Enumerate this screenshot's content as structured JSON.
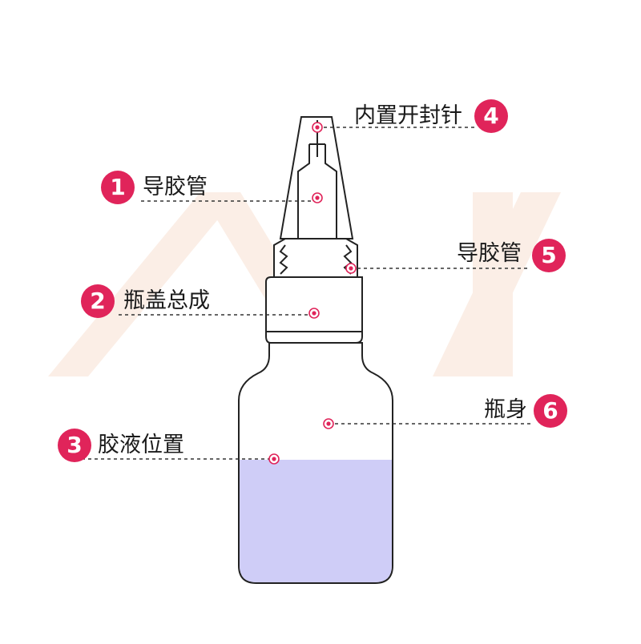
{
  "colors": {
    "accent": "#e0245a",
    "liquid": "#cfcdf7",
    "outline": "#222222",
    "watermark": "#fbeee6"
  },
  "callouts": [
    {
      "number": "1",
      "label": "导胶管"
    },
    {
      "number": "2",
      "label": "瓶盖总成"
    },
    {
      "number": "3",
      "label": "胶液位置"
    },
    {
      "number": "4",
      "label": "内置开封针"
    },
    {
      "number": "5",
      "label": "导胶管"
    },
    {
      "number": "6",
      "label": "瓶身"
    }
  ]
}
